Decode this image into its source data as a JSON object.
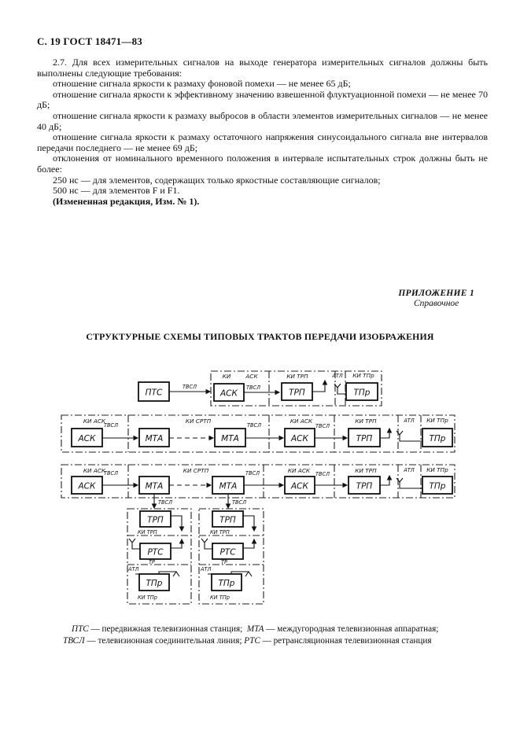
{
  "header": {
    "page_ref": "С. 19 ГОСТ 18471—83"
  },
  "body": {
    "paragraphs": [
      {
        "text": "2.7. Для всех измерительных сигналов на выходе генератора измерительных сигналов должны быть выполнены следующие требования:"
      },
      {
        "text": "отношение сигнала яркости к размаху фоновой помехи — не менее 65 дБ;"
      },
      {
        "text": "отношение сигнала яркости к эффективному значению взвешенной флуктуационной помехи — не менее 70 дБ;"
      },
      {
        "text": "отношение сигнала яркости к размаху выбросов в области элементов измерительных сигналов — не менее 40 дБ;"
      },
      {
        "text": "отношение сигнала яркости к размаху остаточного напряжения синусоидального сигнала вне интервалов передачи последнего — не менее 69 дБ;"
      },
      {
        "text": "отклонения от номинального временного положения в интервале испытательных строк должны быть не более:"
      },
      {
        "text": "250 нс — для элементов, содержащих только яркостные составляющие сигналов;"
      },
      {
        "text": "500 нс — для элементов F и F1."
      },
      {
        "text": "(Измененная редакция, Изм. № 1)."
      }
    ]
  },
  "appendix": {
    "label": "ПРИЛОЖЕНИЕ 1",
    "note": "Справочное"
  },
  "title": "СТРУКТУРНЫЕ СХЕМЫ ТИПОВЫХ ТРАКТОВ ПЕРЕДАЧИ ИЗОБРАЖЕНИЯ",
  "diagram": {
    "labels": {
      "pts": "ПТС",
      "ask": "АСК",
      "mta": "МТА",
      "trp": "ТРП",
      "tpr": "ТПр",
      "rts": "РТС",
      "tvsl": "ТВСЛ",
      "ki": "КИ",
      "ki_ask": "КИ АСК",
      "ki_srtp": "КИ СРТП",
      "ki_trp": "КИ ТРП",
      "ki_tpr": "КИ ТПр",
      "atl": "АТЛ",
      "tr": "ТР"
    }
  },
  "legend": {
    "items": [
      {
        "abbr": "ПТС",
        "desc": "— передвижная телевизионная  станция;"
      },
      {
        "abbr": "МТА",
        "desc": "— междугородная телевизионная аппаратная;"
      },
      {
        "abbr": "ТВСЛ",
        "desc": "— телевизионная соединительная линия;"
      },
      {
        "abbr": "РТС",
        "desc": "— ретрансляционная телевизионная станция"
      }
    ]
  }
}
